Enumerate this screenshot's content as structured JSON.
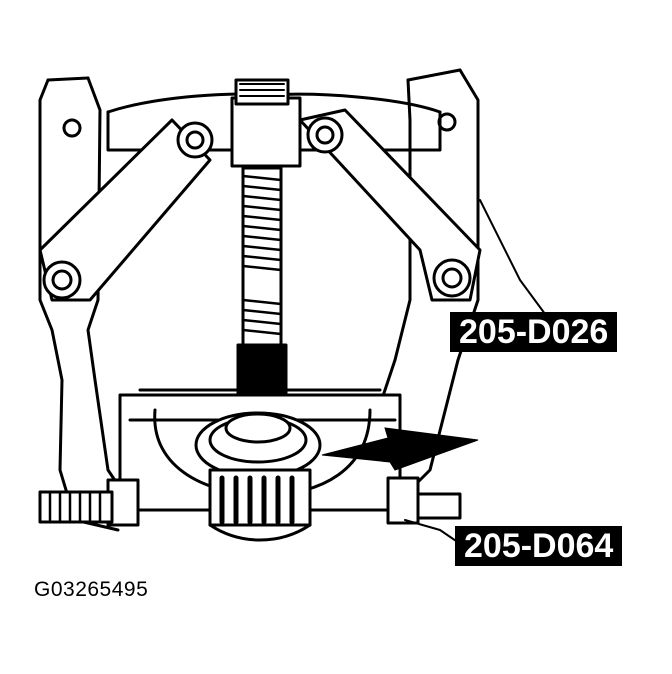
{
  "figure": {
    "callouts": [
      {
        "label": "205-D026"
      },
      {
        "label": "205-D064"
      }
    ],
    "figure_id": "G03265495",
    "colors": {
      "ink": "#000000",
      "paper": "#ffffff"
    }
  }
}
